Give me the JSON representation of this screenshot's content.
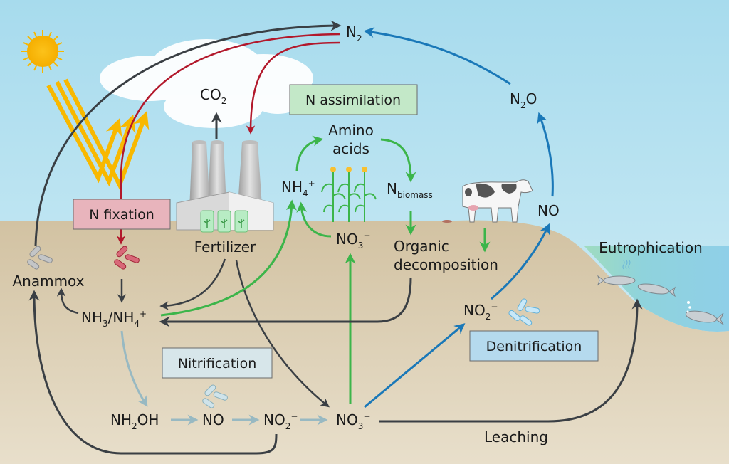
{
  "title": "Nitrogen cycle",
  "colors": {
    "sky_top": "#a7dbed",
    "sky_bottom": "#d6eff7",
    "soil": "#d2c2a2",
    "soil_bottom": "#e8dfcb",
    "water": "#8fd0e8",
    "algae": "#9fdcbf",
    "flux_dark": "#3a3f44",
    "flux_red": "#b2182b",
    "flux_green": "#3cb54a",
    "flux_blue": "#1a78b8",
    "flux_nitrification": "#98b9c2",
    "sun": "#f8b800",
    "box_fixation": "#e8b4bc",
    "box_assimilation": "#c3e8c8",
    "box_nitrification": "#d7e6ea",
    "box_denitrification": "#b5daee"
  },
  "process_boxes": {
    "n_fixation": "N fixation",
    "n_assimilation": "N assimilation",
    "nitrification": "Nitrification",
    "denitrification": "Denitrification"
  },
  "species": {
    "n2": {
      "main": "N",
      "sub": "2",
      "sup": ""
    },
    "co2": {
      "main": "CO",
      "sub": "2",
      "sup": ""
    },
    "n2o": {
      "main": "N",
      "sub": "2",
      "tail": "O"
    },
    "no_atm": "NO",
    "nh4_plant": {
      "main": "NH",
      "sub": "4",
      "sup": "+"
    },
    "amino_acids": [
      "Amino",
      "acids"
    ],
    "n_biomass": {
      "main": "N",
      "sub": "biomass"
    },
    "no3_plant": {
      "main": "NO",
      "sub": "3",
      "sup": "−"
    },
    "organic_decomposition": [
      "Organic",
      "decomposition"
    ],
    "nh3_nh4": {
      "a": "NH",
      "a_sub": "3",
      "b": "/NH",
      "b_sub": "4",
      "sup": "+"
    },
    "nh2oh": {
      "a": "NH",
      "sub": "2",
      "b": "OH"
    },
    "no_soil": "NO",
    "no2_nitrif": {
      "main": "NO",
      "sub": "2",
      "sup": "−"
    },
    "no3_soil": {
      "main": "NO",
      "sub": "3",
      "sup": "−"
    },
    "no2_denitrif": {
      "main": "NO",
      "sub": "2",
      "sup": "−"
    }
  },
  "labels": {
    "fertilizer": "Fertilizer",
    "anammox": "Anammox",
    "eutrophication": "Eutrophication",
    "leaching": "Leaching"
  }
}
